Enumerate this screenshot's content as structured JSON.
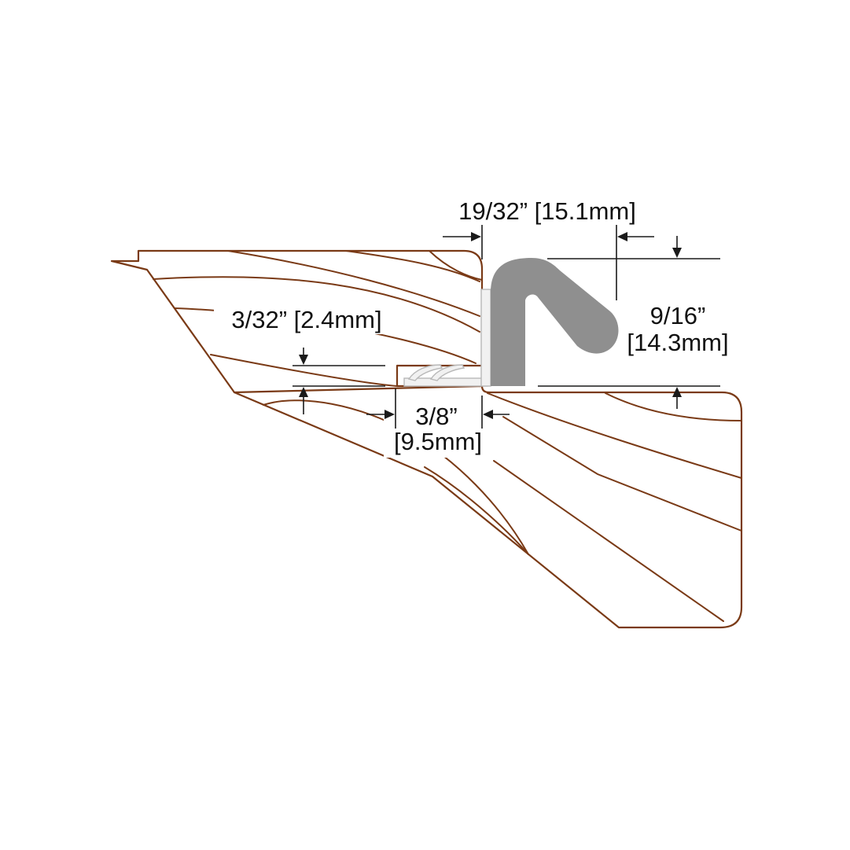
{
  "dimensions": {
    "width_total": "19/32” [15.1mm]",
    "height_line1": "9/16”",
    "height_line2": "[14.3mm]",
    "flange_thickness": "3/32” [2.4mm]",
    "flange_length_line1": "3/8”",
    "flange_length_line2": "[9.5mm]"
  },
  "colors": {
    "wood_outline": "#7a3a16",
    "seal": "#8f8f8f",
    "flange": "#f1f1f1",
    "dimension": "#1a1a1a"
  }
}
